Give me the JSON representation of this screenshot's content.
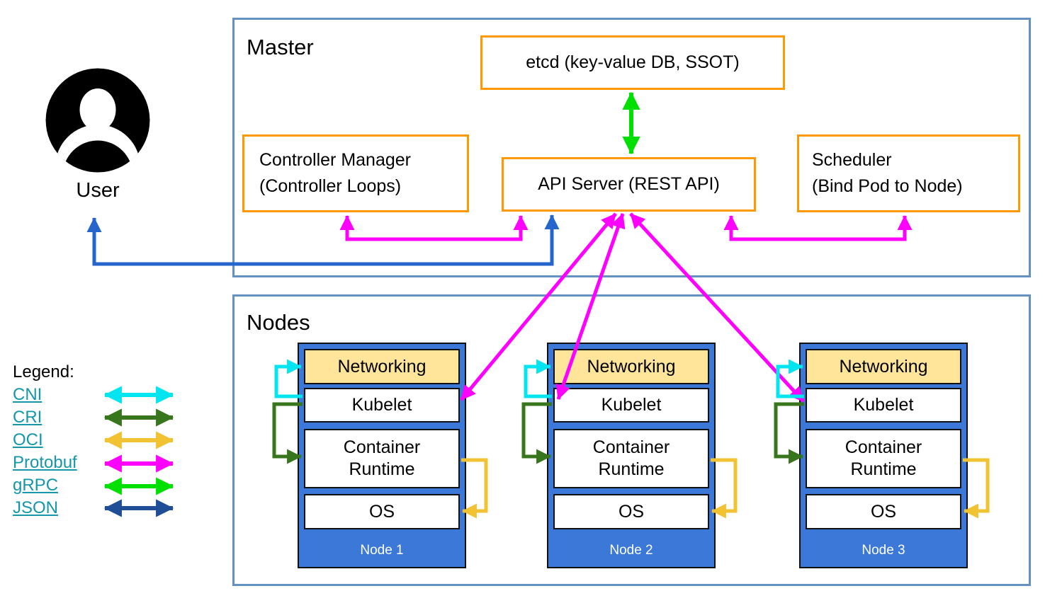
{
  "user": {
    "label": "User"
  },
  "master": {
    "title": "Master",
    "etcd_label": "etcd (key-value DB, SSOT)",
    "controller_manager": {
      "line1": "Controller Manager",
      "line2": "(Controller Loops)"
    },
    "api_server_label": "API Server (REST API)",
    "scheduler": {
      "line1": "Scheduler",
      "line2": "(Bind Pod to Node)"
    }
  },
  "nodes_section": {
    "title": "Nodes",
    "nodes": [
      {
        "name": "Node 1",
        "layers": {
          "networking": "Networking",
          "kubelet": "Kubelet",
          "runtime": "Container Runtime",
          "os": "OS"
        }
      },
      {
        "name": "Node 2",
        "layers": {
          "networking": "Networking",
          "kubelet": "Kubelet",
          "runtime": "Container Runtime",
          "os": "OS"
        }
      },
      {
        "name": "Node 3",
        "layers": {
          "networking": "Networking",
          "kubelet": "Kubelet",
          "runtime": "Container Runtime",
          "os": "OS"
        }
      }
    ]
  },
  "legend": {
    "title": "Legend:",
    "items": [
      {
        "label": "CNI",
        "color": "#00e5f0"
      },
      {
        "label": "CRI",
        "color": "#38761d"
      },
      {
        "label": "OCI",
        "color": "#f1c232"
      },
      {
        "label": "Protobuf",
        "color": "#ff00ff"
      },
      {
        "label": "gRPC",
        "color": "#00e000"
      },
      {
        "label": "JSON",
        "color": "#1f4e96"
      }
    ]
  },
  "colors": {
    "cni": "#00e5f0",
    "cri": "#38761d",
    "oci": "#f1c232",
    "protobuf": "#ff00ff",
    "grpc": "#00e000",
    "json": "#1f4e96",
    "user_link": "#2665cc",
    "component_border": "#ff9900",
    "container_border": "#6591c0",
    "node_fill": "#3c78d8",
    "networking_fill": "#ffe599",
    "legend_link": "#1497ab"
  }
}
